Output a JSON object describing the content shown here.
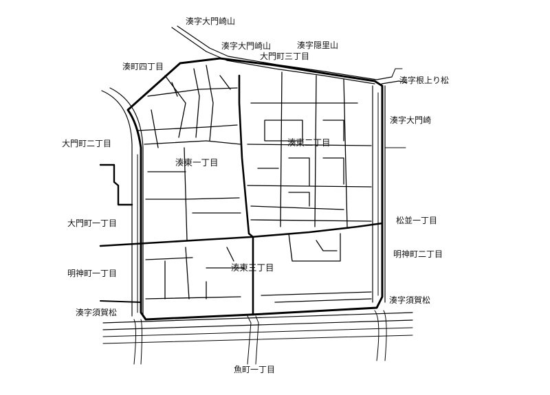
{
  "labels": {
    "minato_aza_daimon_sakiyama_top": "湊字大門崎山",
    "minato_aza_daimon_sakiyama": "湊字大門崎山",
    "minato_aza_kakurezato_yama": "湊字隠里山",
    "daimon_cho_3": "大門町三丁目",
    "minato_cho_4": "湊町四丁目",
    "minato_aza_neagari_matsu": "湊字根上り松",
    "minato_aza_daimon_saki": "湊字大門崎",
    "daimon_cho_2": "大門町二丁目",
    "minato_higashi_2": "湊東二丁目",
    "minato_higashi_1": "湊東一丁目",
    "matsunami_1": "松並一丁目",
    "daimon_cho_1": "大門町一丁目",
    "myojin_cho_2": "明神町二丁目",
    "myojin_cho_1": "明神町一丁目",
    "minato_higashi_3": "湊東三丁目",
    "minato_aza_sukamatsu_right": "湊字須賀松",
    "minato_aza_sukamatsu_left": "湊字須賀松",
    "uo_cho_1": "魚町一丁目"
  },
  "colors": {
    "line": "#000000",
    "background": "#ffffff"
  }
}
